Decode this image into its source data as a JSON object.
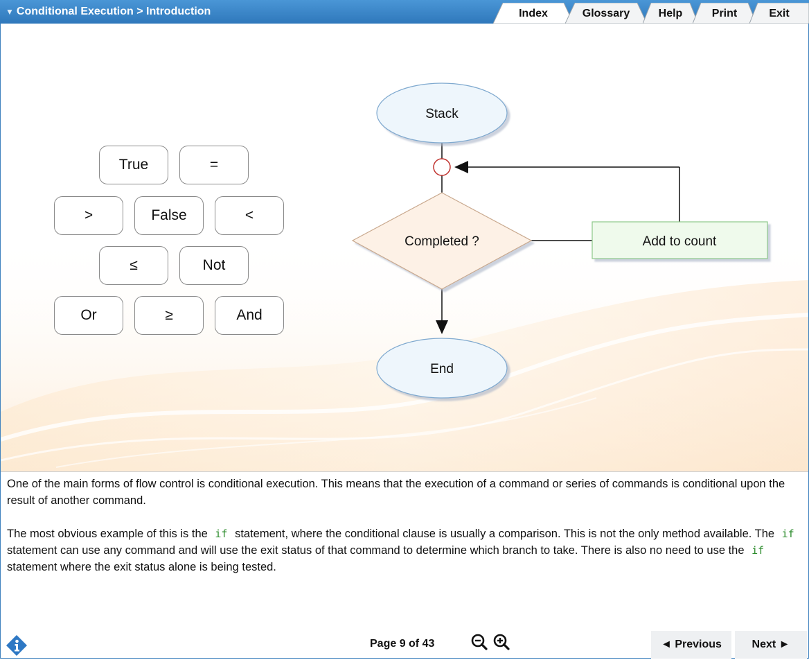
{
  "header": {
    "breadcrumb": "Conditional Execution > Introduction",
    "tabs": [
      "Index",
      "Glossary",
      "Help",
      "Print",
      "Exit"
    ]
  },
  "operators": [
    "True",
    "=",
    ">",
    "False",
    "<",
    "≤",
    "Not",
    "Or",
    "≥",
    "And"
  ],
  "flowchart": {
    "start": "Stack",
    "decision": "Completed ?",
    "process": "Add to count",
    "end": "End"
  },
  "body": {
    "p1": "One of the main forms of flow control is conditional execution. This means that the execution of a command or series of commands is conditional upon the result of another command.",
    "p2_a": "The most obvious example of this is the",
    "kw": "if",
    "p2_b": "statement, where the conditional clause is usually a comparison. This is not the only method available. The",
    "p2_c": "statement can use any command and will use the exit status of that command to determine which branch to take. There is also no need to use the",
    "p2_d": "statement where the exit status alone is being tested."
  },
  "footer": {
    "page": "Page 9 of 43",
    "previous": "◄ Previous",
    "next": "Next ►"
  },
  "colors": {
    "header_blue": "#3a86c8",
    "ellipse_fill": "#eef6fc",
    "diamond_fill": "#fdf1e6",
    "process_fill": "#effaec",
    "keyword_green": "#2a8a2a"
  },
  "icons": [
    "info-icon",
    "zoom-out-icon",
    "zoom-in-icon"
  ]
}
